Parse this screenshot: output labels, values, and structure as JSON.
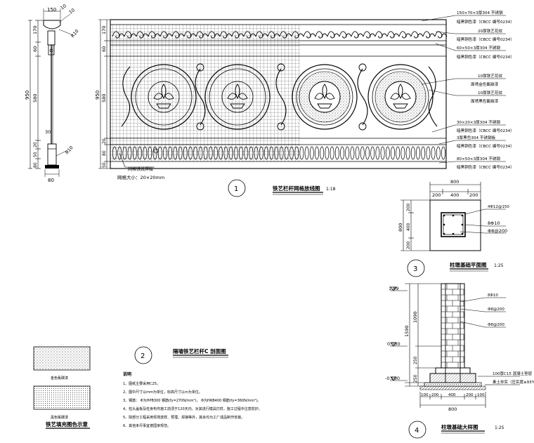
{
  "section_elevation": {
    "dims_top": [
      "150",
      "10",
      "10"
    ],
    "dims_vertical": [
      "170",
      "60",
      "580",
      "20",
      "50",
      "80"
    ],
    "overall_height": "950",
    "post_dims": [
      "30",
      "10",
      "80"
    ],
    "r_labels": [
      "R10",
      "R10"
    ]
  },
  "main_elevation": {
    "dims_vertical": [
      "170",
      "60",
      "580",
      "20",
      "80",
      "50"
    ],
    "overall_height": "950",
    "mesh_label": "网格铁线焊接",
    "mesh_size": "网格大小：20×20mm",
    "title": "铁艺栏杆网格放线图",
    "scale": "1:18",
    "number": "1",
    "callouts": [
      {
        "spec": "150×70×3厚304 不锈钢",
        "color": "暗黑铜色漆（CBCC 编号0234）"
      },
      {
        "spec": "20厚铁艺花纹",
        "color": "暗黑铜色漆（CBCC 编号0234）"
      },
      {
        "spec": "60×50×3厚304 不锈钢",
        "color": "暗黑铜色漆（CBCC 编号0234）"
      },
      {
        "spec": "10厚铁艺花纹",
        "color": "面喷金色氟碳漆"
      },
      {
        "spec": "10厚铁艺花纹",
        "color": "面喷黑色氟碳漆"
      },
      {
        "spec": "30×20×3厚304 不锈钢",
        "color": "暗黑铜色漆（CBCC 编号0234）"
      },
      {
        "spec": "3厚黑色304 不锈钢板",
        "color": "暗黑铜色漆（CBCC 编号0234）"
      },
      {
        "spec": "80×50×3厚304 不锈钢",
        "color": "暗黑铜色漆（CBCC 编号0234）"
      }
    ]
  },
  "plan": {
    "dims_top_total": "800",
    "dims_top": [
      "200",
      "400",
      "200"
    ],
    "dims_left_total": "800",
    "dims_left": [
      "200",
      "400",
      "200"
    ],
    "rebar_labels": [
      "4Φ12@150",
      "8Φ10",
      "Φ8@200"
    ],
    "title": "柱墩基础平面图",
    "scale": "1:25",
    "number": "3"
  },
  "section": {
    "level_top": "1.89",
    "level_mid": "0.000",
    "level_bot": "-0.500",
    "dims_vertical": [
      "1590",
      "1090",
      "250",
      "250"
    ],
    "rebar_labels": [
      "8Φ10",
      "Φ8@200",
      "Φ8@200"
    ],
    "base_notes": [
      "100厚C15 混凝土垫层",
      "素土夯实（压实度≥93%）"
    ],
    "dims_bottom": [
      "100",
      "200",
      "400",
      "200",
      "100"
    ],
    "dims_bottom_total": "800",
    "title": "柱墩基础大样图",
    "scale": "1:25",
    "number": "4"
  },
  "legend": {
    "swatch_top_label": "金色氟碳漆",
    "swatch_bot_label": "黑色氟碳漆",
    "title": "铁艺填充图色示意"
  },
  "notes": {
    "number": "2",
    "title": "隔墙铁艺栏杆C 剖面图",
    "heading": "说明",
    "lines": [
      "1、图纸主要采用C25。",
      "2、图中尺寸以mm为单位，标高尺寸以m为单位。",
      "3、钢筋：  Φ为HPB300 钢筋(fy=270N/mm²)，  Φ为HRB400 钢筋(fy=360N/mm²)。",
      "4、柱头盖板及柱身构件施工前须于120天内，对其进行模具打样，施工过程中注意防护。",
      "5、除部分工程采用现场放样、预埋、焊接等外，其余均为工厂成品制作安装。",
      "6、其他未尽事宜按国家规范。"
    ]
  }
}
